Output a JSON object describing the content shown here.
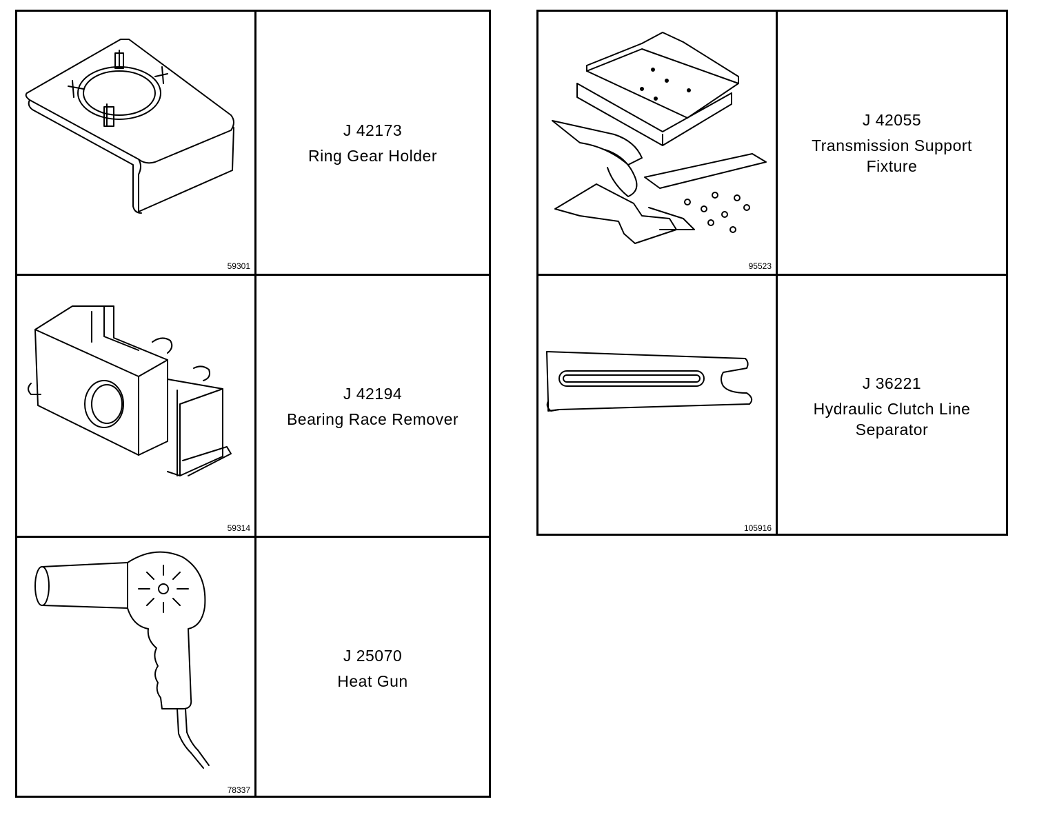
{
  "left_table": {
    "tools": [
      {
        "number": "J 42173",
        "name": "Ring Gear Holder",
        "figure": "59301",
        "icon": "ring-gear-holder-icon"
      },
      {
        "number": "J 42194",
        "name": "Bearing Race Remover",
        "figure": "59314",
        "icon": "bearing-race-remover-icon"
      },
      {
        "number": "J 25070",
        "name": "Heat Gun",
        "figure": "78337",
        "icon": "heat-gun-icon"
      }
    ]
  },
  "right_table": {
    "tools": [
      {
        "number": "J 42055",
        "name": "Transmission Support\nFixture",
        "figure": "95523",
        "icon": "transmission-support-fixture-icon"
      },
      {
        "number": "J 36221",
        "name": "Hydraulic Clutch Line\nSeparator",
        "figure": "105916",
        "icon": "clutch-line-separator-icon"
      }
    ]
  }
}
